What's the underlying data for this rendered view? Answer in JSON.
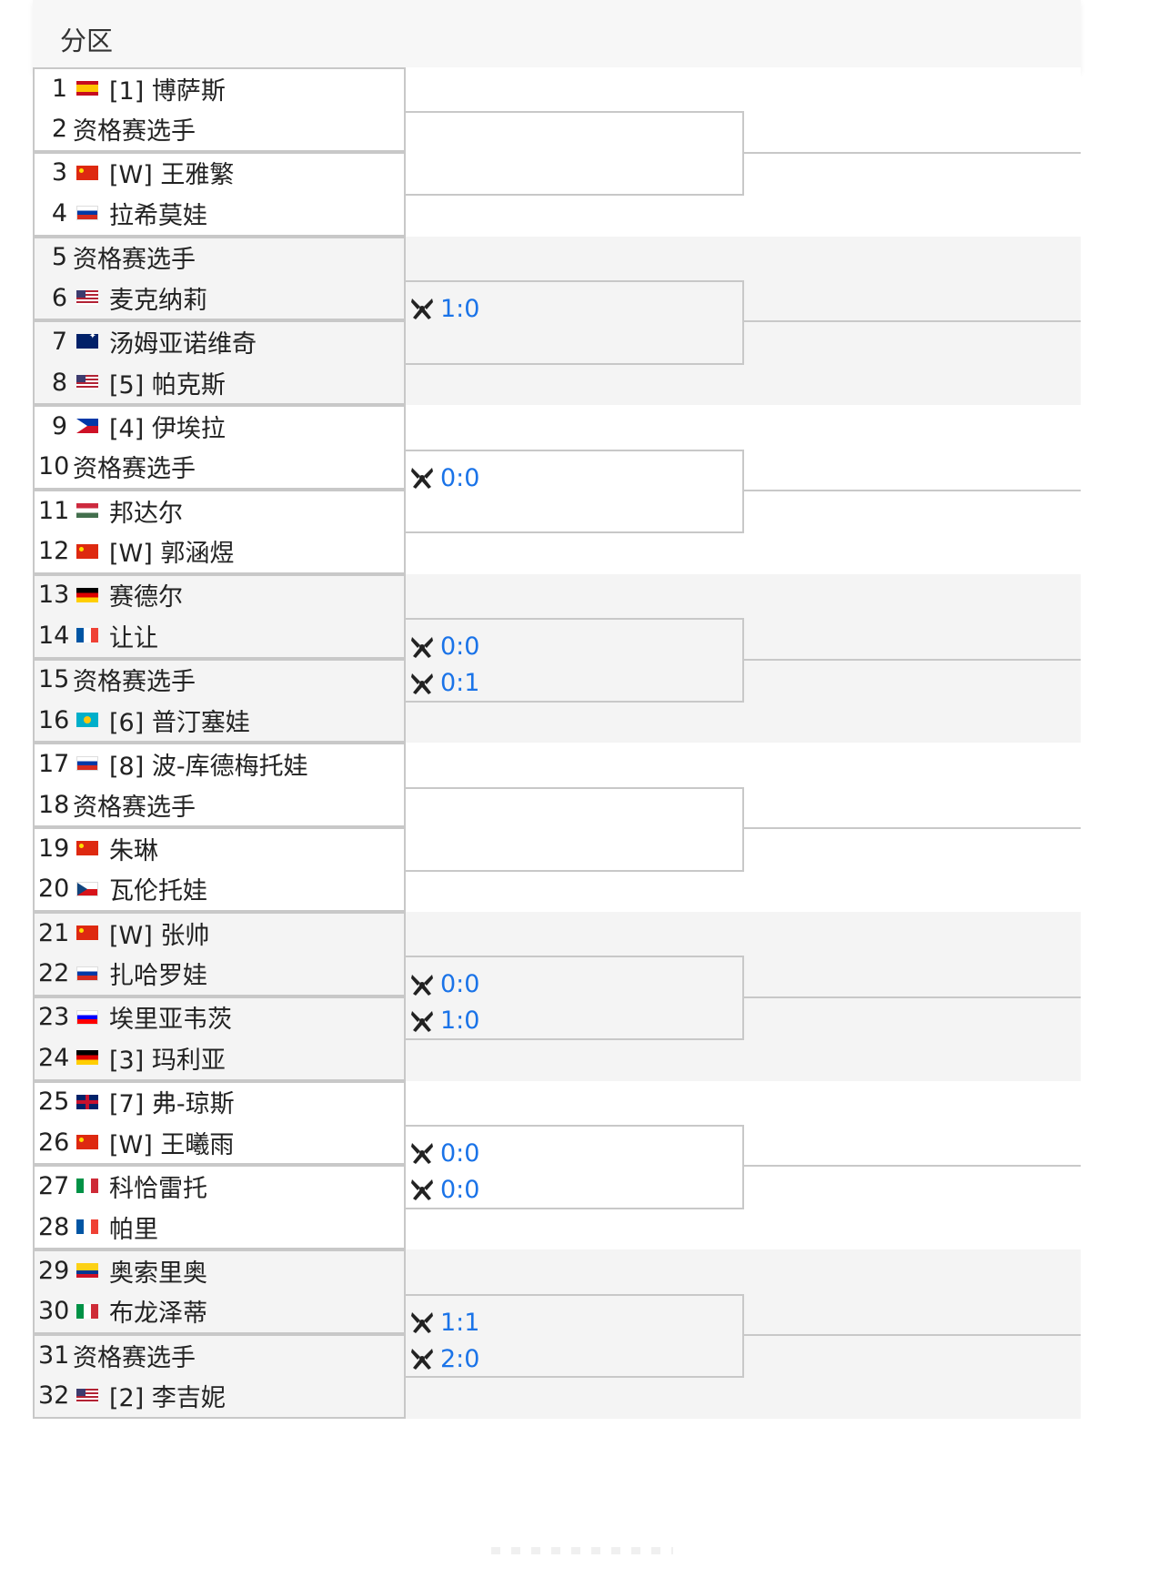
{
  "header": {
    "title": "分区"
  },
  "players": [
    {
      "num": "1",
      "flag": "es",
      "name": "[1] 博萨斯"
    },
    {
      "num": "2",
      "flag": "",
      "name": "资格赛选手"
    },
    {
      "num": "3",
      "flag": "cn",
      "name": "[W] 王雅繁"
    },
    {
      "num": "4",
      "flag": "ru",
      "name": "拉希莫娃"
    },
    {
      "num": "5",
      "flag": "",
      "name": "资格赛选手"
    },
    {
      "num": "6",
      "flag": "us",
      "name": "麦克纳莉"
    },
    {
      "num": "7",
      "flag": "au",
      "name": "汤姆亚诺维奇"
    },
    {
      "num": "8",
      "flag": "us",
      "name": "[5] 帕克斯"
    },
    {
      "num": "9",
      "flag": "ph",
      "name": "[4] 伊埃拉"
    },
    {
      "num": "10",
      "flag": "",
      "name": "资格赛选手"
    },
    {
      "num": "11",
      "flag": "hu",
      "name": "邦达尔"
    },
    {
      "num": "12",
      "flag": "cn",
      "name": "[W] 郭涵煜"
    },
    {
      "num": "13",
      "flag": "de",
      "name": "赛德尔"
    },
    {
      "num": "14",
      "flag": "fr",
      "name": "让让"
    },
    {
      "num": "15",
      "flag": "",
      "name": "资格赛选手"
    },
    {
      "num": "16",
      "flag": "kz",
      "name": "[6] 普汀塞娃"
    },
    {
      "num": "17",
      "flag": "ru",
      "name": "[8] 波-库德梅托娃"
    },
    {
      "num": "18",
      "flag": "",
      "name": "资格赛选手"
    },
    {
      "num": "19",
      "flag": "cn",
      "name": "朱琳"
    },
    {
      "num": "20",
      "flag": "cz",
      "name": "瓦伦托娃"
    },
    {
      "num": "21",
      "flag": "cn",
      "name": "[W] 张帅"
    },
    {
      "num": "22",
      "flag": "ru",
      "name": "扎哈罗娃"
    },
    {
      "num": "23",
      "flag": "si",
      "name": "埃里亚韦茨"
    },
    {
      "num": "24",
      "flag": "de",
      "name": "[3] 玛利亚"
    },
    {
      "num": "25",
      "flag": "gb",
      "name": "[7] 弗-琼斯"
    },
    {
      "num": "26",
      "flag": "cn",
      "name": "[W] 王曦雨"
    },
    {
      "num": "27",
      "flag": "it",
      "name": "科恰雷托"
    },
    {
      "num": "28",
      "flag": "fr",
      "name": "帕里"
    },
    {
      "num": "29",
      "flag": "co",
      "name": "奥索里奥"
    },
    {
      "num": "30",
      "flag": "it",
      "name": "布龙泽蒂"
    },
    {
      "num": "31",
      "flag": "",
      "name": "资格赛选手"
    },
    {
      "num": "32",
      "flag": "us",
      "name": "[2] 李吉妮"
    }
  ],
  "scores": [
    {
      "match": 2,
      "text": "1:0"
    },
    {
      "match": 4,
      "text": "0:0"
    },
    {
      "match": 6,
      "text": "0:0"
    },
    {
      "match": 7,
      "text": "0:1"
    },
    {
      "match": 10,
      "text": "0:0"
    },
    {
      "match": 11,
      "text": "1:0"
    },
    {
      "match": 12,
      "text": "0:0"
    },
    {
      "match": 13,
      "text": "0:0"
    },
    {
      "match": 14,
      "text": "1:1"
    },
    {
      "match": 15,
      "text": "2:0"
    }
  ],
  "icons": {
    "match_icon": "crossed-rackets-icon"
  },
  "colors": {
    "score": "#1a73e8",
    "line": "#c8c8c8",
    "alt_bg": "#f4f4f4"
  }
}
